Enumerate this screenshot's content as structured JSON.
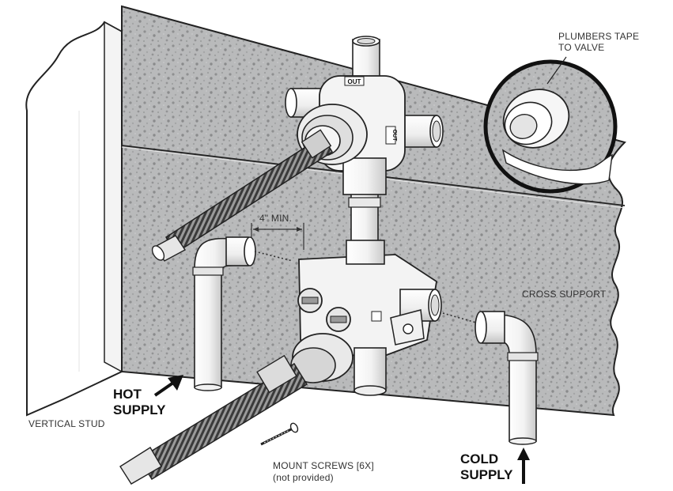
{
  "labels": {
    "plumbers_tape_line1": "PLUMBERS TAPE",
    "plumbers_tape_line2": "TO VALVE",
    "min_distance": "4\" MIN.",
    "cross_support": "CROSS SUPPORT",
    "hot_supply_line1": "HOT",
    "hot_supply_line2": "SUPPLY",
    "cold_supply_line1": "COLD",
    "cold_supply_line2": "SUPPLY",
    "vertical_stud": "VERTICAL STUD",
    "mount_screws_line1": "MOUNT SCREWS [6X]",
    "mount_screws_line2": "(not provided)",
    "port_out_top": "OUT",
    "port_out_right": "OUT"
  },
  "colors": {
    "panel": "#b9babb",
    "panel_speckle": "#8f9091",
    "line": "#222222",
    "pipe_fill": "#f7f7f7",
    "pipe_shade": "#d9d9d9"
  }
}
